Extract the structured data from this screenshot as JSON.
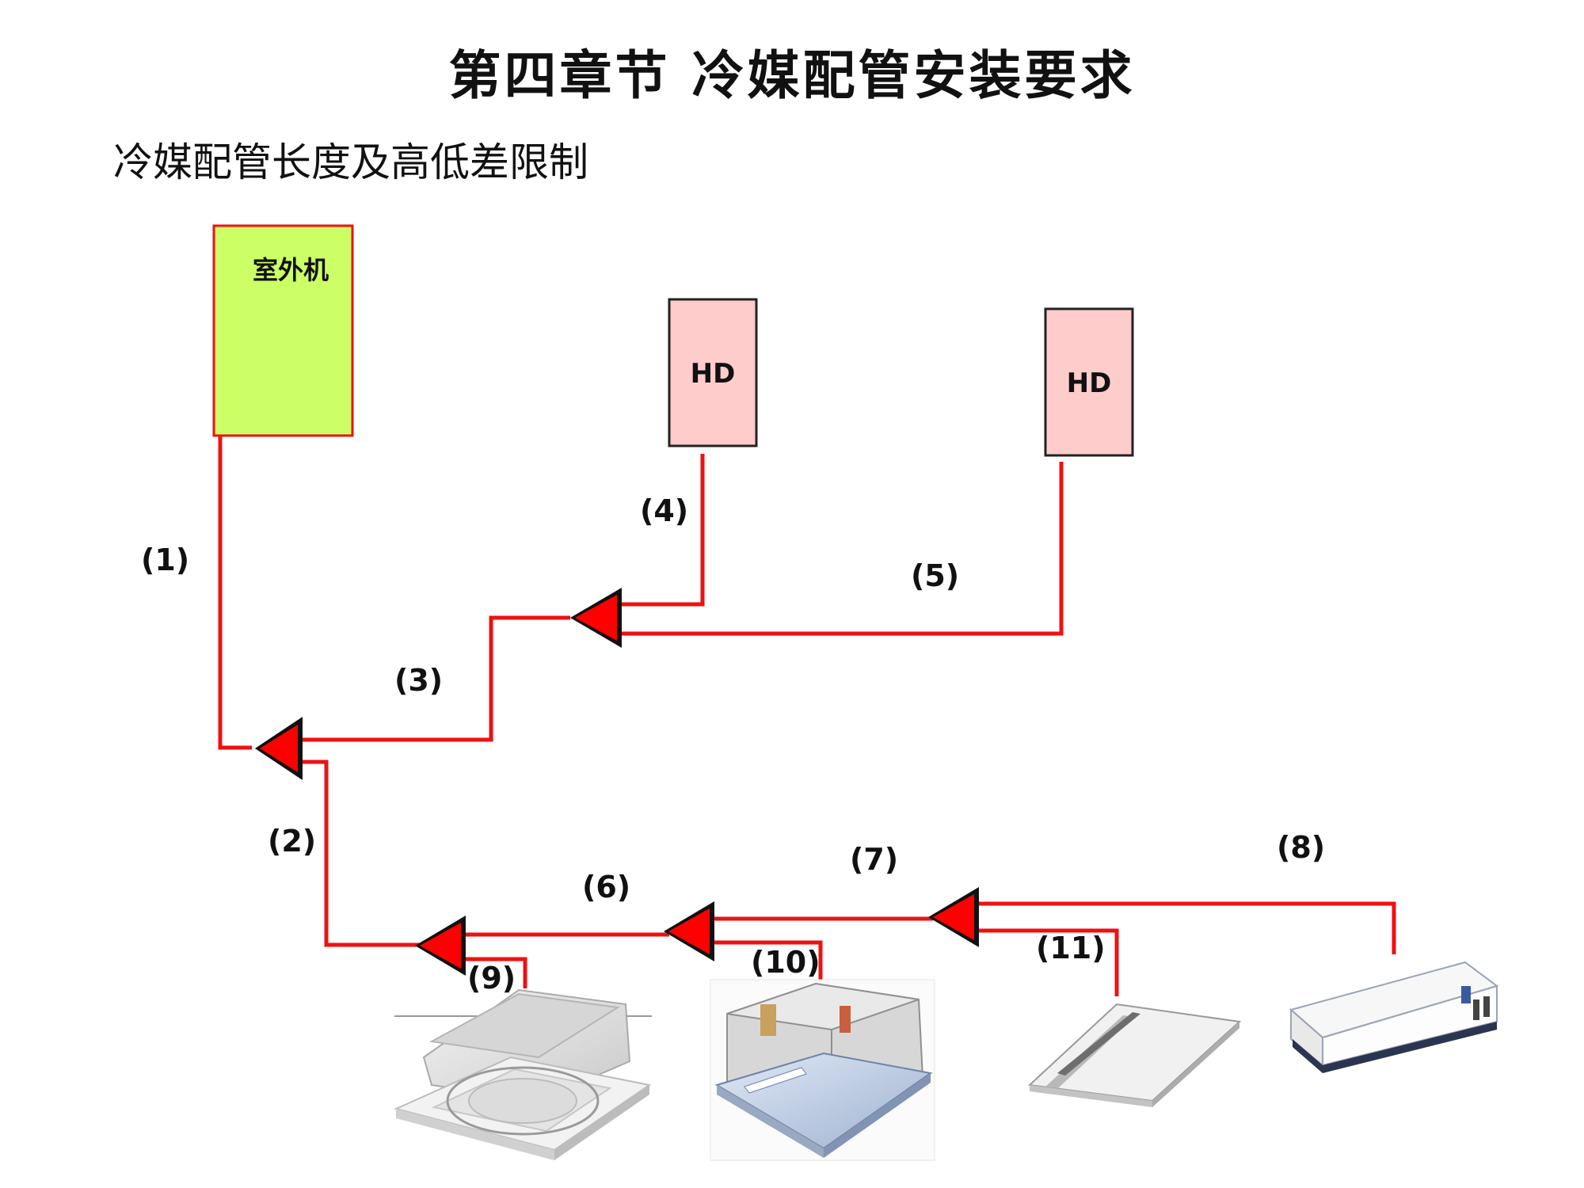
{
  "title": "第四章节  冷媒配管安装要求",
  "subtitle": "冷媒配管长度及高低差限制",
  "colors": {
    "pipe": "#ee1111",
    "outdoor_fill": "#ccff66",
    "hd_fill": "#ffcccc",
    "arrow": "#ff0000"
  },
  "units": {
    "outdoor": "室外机",
    "hd1": "HD",
    "hd2": "HD"
  },
  "pipe_labels": {
    "p1": "(1)",
    "p2": "(2)",
    "p3": "(3)",
    "p4": "(4)",
    "p5": "(5)",
    "p6": "(6)",
    "p7": "(7)",
    "p8": "(8)",
    "p9": "(9)",
    "p10": "(10)",
    "p11": "(11)"
  },
  "indoor_units": [
    "cassette-4way",
    "ceiling-concealed-box",
    "cassette-1way",
    "ducted-unit"
  ]
}
